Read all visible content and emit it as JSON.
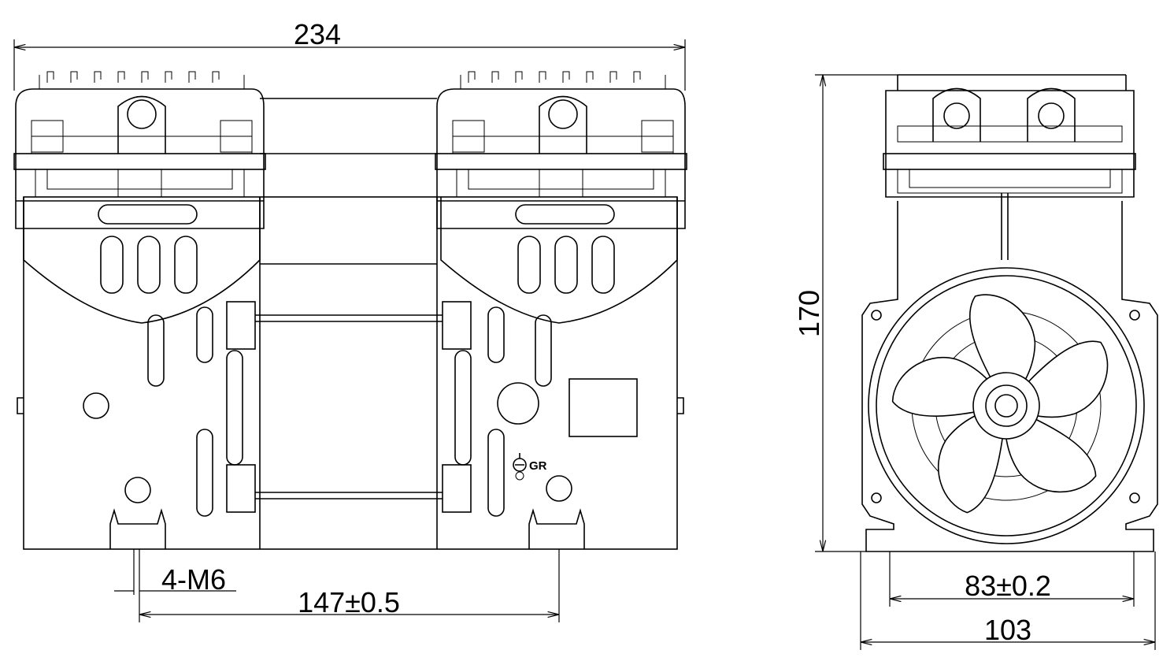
{
  "dimensions": {
    "overall_width": "234",
    "thread": "4-M6",
    "mount_spacing_side": "147±0.5",
    "height": "170",
    "mount_spacing_front": "83±0.2",
    "front_width": "103"
  },
  "markings": {
    "ground_label": "GR"
  }
}
